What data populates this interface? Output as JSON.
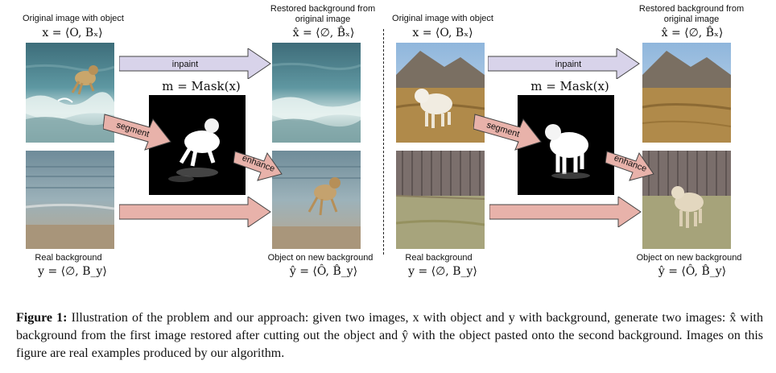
{
  "figure": {
    "panels": [
      {
        "top_left_label": "Original image with object",
        "top_left_math": "x = ⟨O, Bₓ⟩",
        "top_right_label_line1": "Restored background from",
        "top_right_label_line2": "original image",
        "top_right_math": "x̂ = ⟨∅, B̂ₓ⟩",
        "mask_math": "m = Mask(x)",
        "bottom_left_label": "Real background",
        "bottom_left_math": "y = ⟨∅, B_y⟩",
        "bottom_right_label": "Object on new background",
        "bottom_right_math": "ŷ = ⟨Ô, B̂_y⟩",
        "arrow_inpaint": "inpaint",
        "arrow_segment": "segment",
        "arrow_enhance": "enhance"
      },
      {
        "top_left_label": "Original image with object",
        "top_left_math": "x = ⟨O, Bₓ⟩",
        "top_right_label_line1": "Restored background from",
        "top_right_label_line2": "original image",
        "top_right_math": "x̂ = ⟨∅, B̂ₓ⟩",
        "mask_math": "m = Mask(x)",
        "bottom_left_label": "Real background",
        "bottom_left_math": "y = ⟨∅, B_y⟩",
        "bottom_right_label": "Object on new background",
        "bottom_right_math": "ŷ = ⟨Ô, B̂_y⟩",
        "arrow_inpaint": "inpaint",
        "arrow_segment": "segment",
        "arrow_enhance": "enhance"
      }
    ],
    "caption": {
      "label": "Figure 1:",
      "text": "Illustration of the problem and our approach: given two images, x with object and y with background, generate two images: x̂ with background from the first image restored after cutting out the object and ŷ with the object pasted onto the second background. Images on this figure are real examples produced by our algorithm."
    },
    "colors": {
      "inpaint_arrow": "#d8d3ea",
      "segment_arrow": "#e8b2aa",
      "arrow_stroke": "#444444"
    }
  }
}
